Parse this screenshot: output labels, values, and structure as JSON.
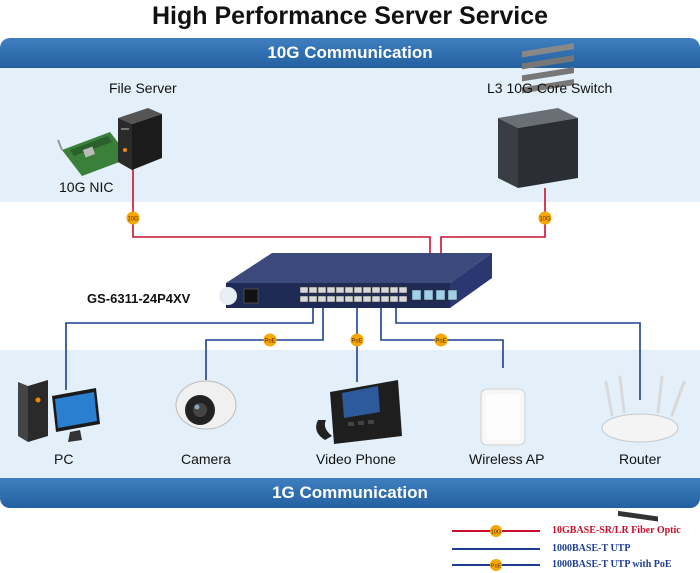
{
  "title": "High Performance Server Service",
  "top_band": {
    "label": "10G Communication"
  },
  "bottom_band": {
    "label": "1G Communication"
  },
  "devices": {
    "file_server": "File Server",
    "nic": "10G NIC",
    "core_switch": "L3 10G Core Switch",
    "switch_model": "GS-6311-24P4XV",
    "pc": "PC",
    "camera": "Camera",
    "video_phone": "Video Phone",
    "wireless_ap": "Wireless AP",
    "router": "Router"
  },
  "badges": {
    "ten_g": "10G",
    "poe": "PoE"
  },
  "legend": [
    {
      "label": "10GBASE-SR/LR Fiber Optic",
      "color": "#c8102e",
      "badge": "10G"
    },
    {
      "label": "1000BASE-T UTP",
      "color": "#1c3f94",
      "badge": ""
    },
    {
      "label": "1000BASE-T UTP with PoE",
      "color": "#1c3f94",
      "badge": "PoE"
    }
  ],
  "colors": {
    "fiber": "#c8102e",
    "utp": "#1c3f94",
    "badge": "#f6a800",
    "band": "#e3f0f9",
    "bar": "#2f6fb0"
  }
}
